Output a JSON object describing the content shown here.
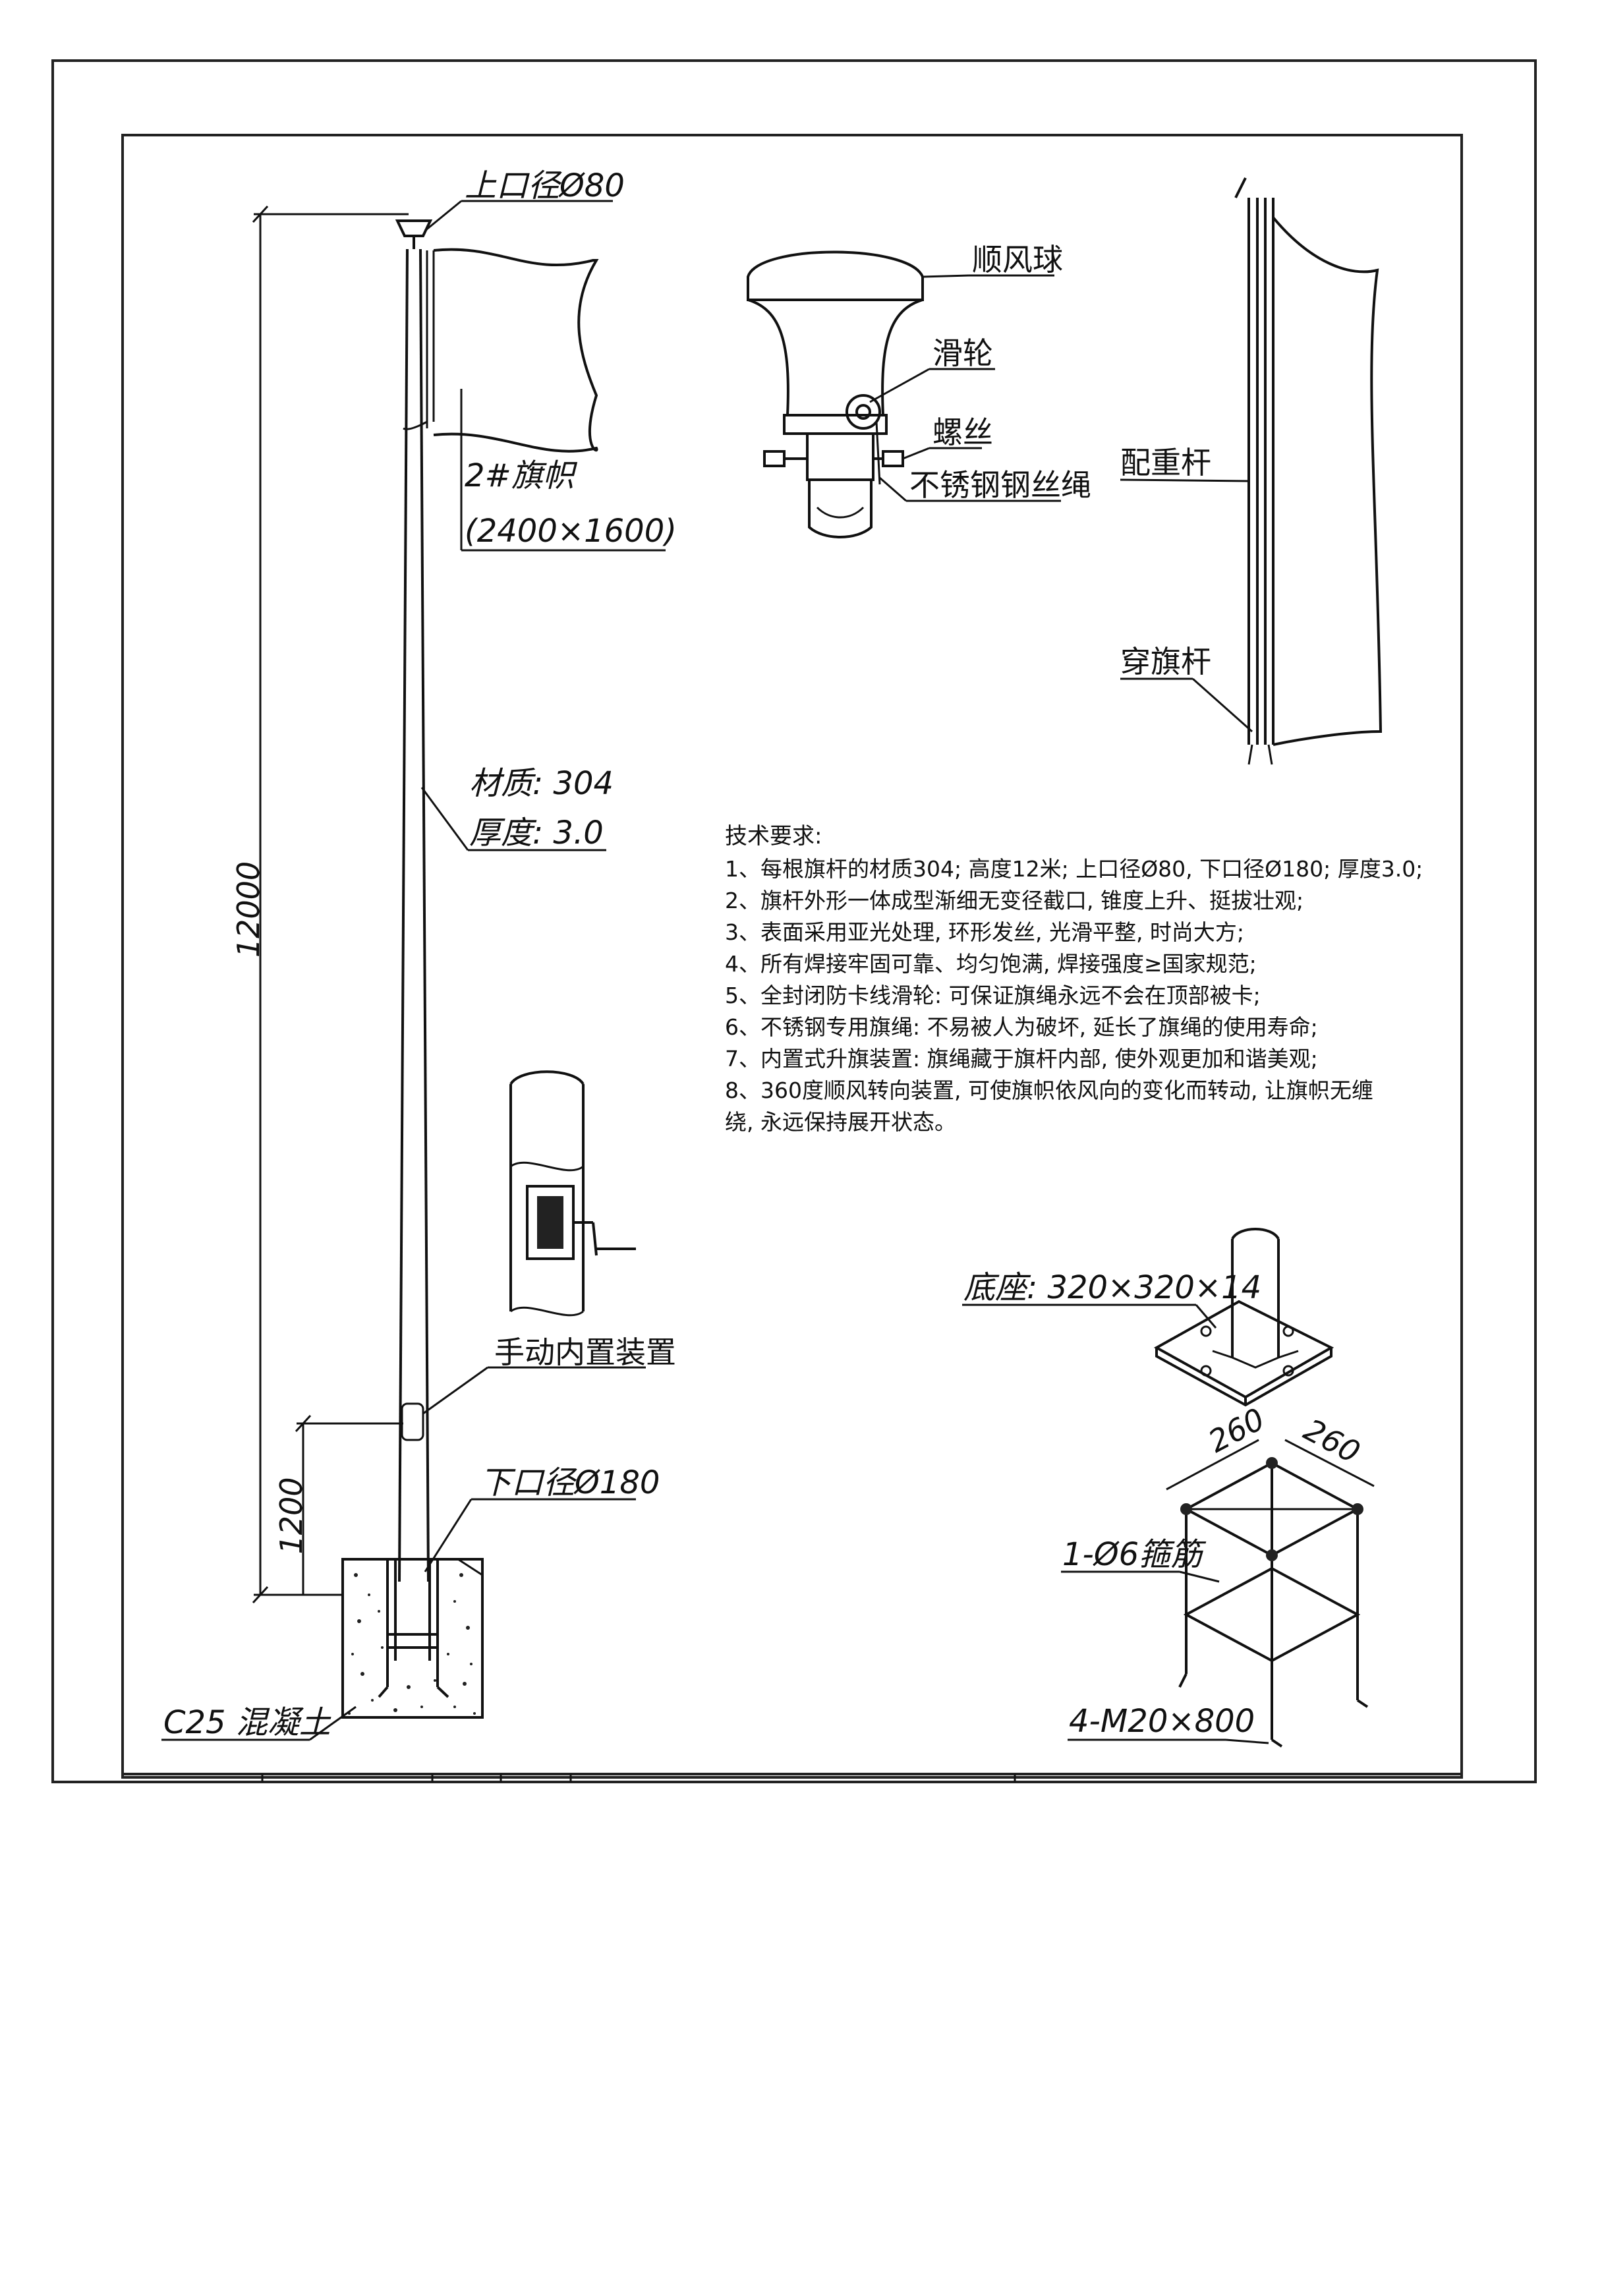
{
  "labels": {
    "top_diameter": "上口径Ø80",
    "flag": "2#旗帜",
    "flag_size": "(2400×1600)",
    "wind_ball": "顺风球",
    "pulley": "滑轮",
    "screw": "螺丝",
    "steel_rope": "不锈钢钢丝绳",
    "counterweight_rod": "配重杆",
    "threading_rod": "穿旗杆",
    "material": "材质: 304",
    "thickness": "厚度: 3.0",
    "manual_device": "手动内置装置",
    "bottom_diameter": "下口径Ø180",
    "concrete": "C25 混凝土",
    "base": "底座: 320×320×14",
    "stirrup": "1-Ø6箍筋",
    "anchor": "4-M20×800"
  },
  "dimensions": {
    "height_total": "12000",
    "height_device": "1200",
    "cage_width_a": "260",
    "cage_width_b": "260"
  },
  "requirements": {
    "title": "技术要求:",
    "items": [
      "1、每根旗杆的材质304; 高度12米; 上口径Ø80, 下口径Ø180; 厚度3.0;",
      "2、旗杆外形一体成型渐细无变径截口, 锥度上升、挺拔壮观;",
      "3、表面采用亚光处理, 环形发丝, 光滑平整, 时尚大方;",
      "4、所有焊接牢固可靠、均匀饱满, 焊接强度≥国家规范;",
      "5、全封闭防卡线滑轮: 可保证旗绳永远不会在顶部被卡;",
      "6、不锈钢专用旗绳: 不易被人为破坏, 延长了旗绳的使用寿命;",
      "7、内置式升旗装置: 旗绳藏于旗杆内部, 使外观更加和谐美观;",
      "8、360度顺风转向装置, 可使旗帜依风向的变化而转动, 让旗帜无缠",
      "绕, 永远保持展开状态。"
    ]
  }
}
